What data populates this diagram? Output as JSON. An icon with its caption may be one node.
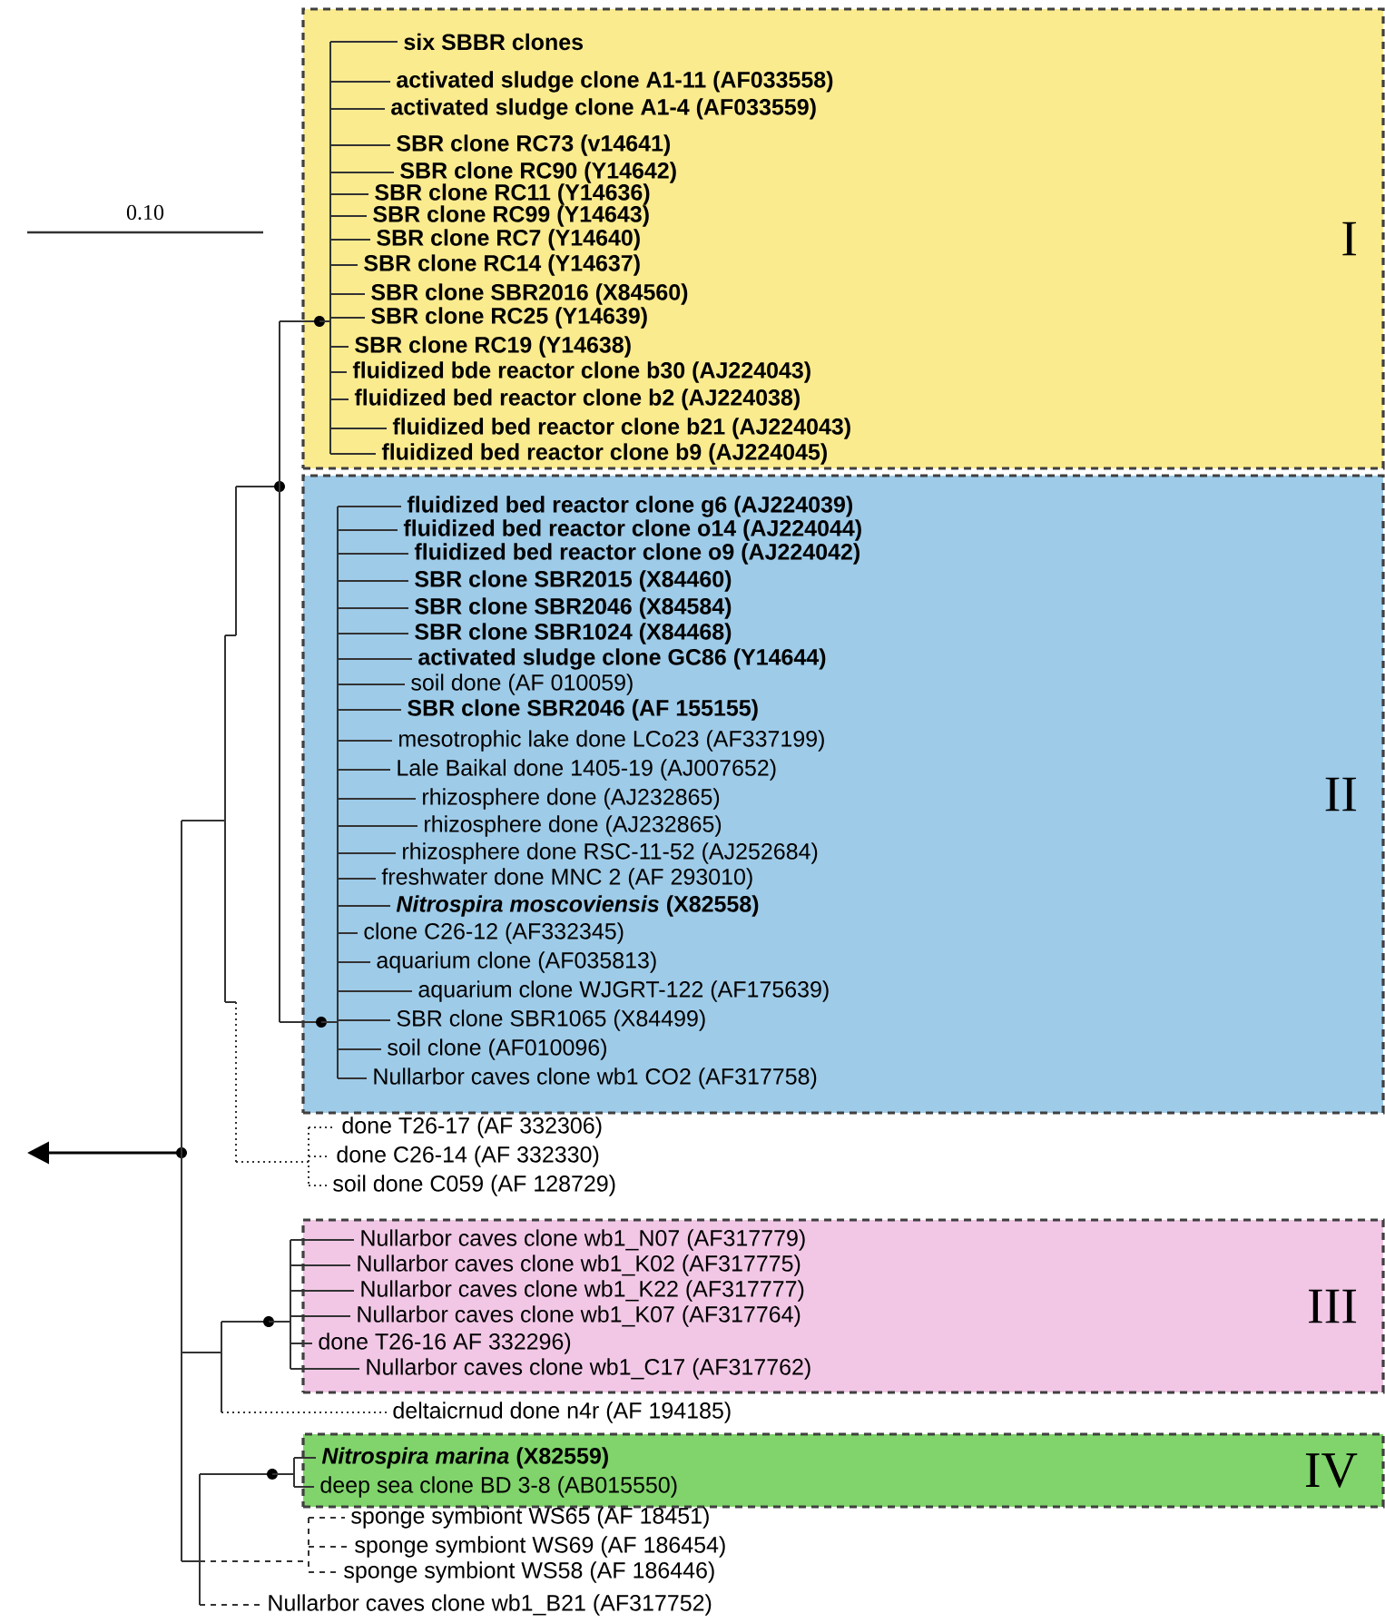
{
  "diagram": {
    "nodes": [
      {
        "text": [
          "I"
        ]
      },
      {
        "text": [
          "II"
        ]
      },
      {
        "text": [
          "III"
        ]
      },
      {
        "text": [
          "IV"
        ]
      }
    ],
    "labels": [
      "0.10",
      "six SBBR clones",
      "activated sludge clone A1-11 (AF033558)",
      "activated sludge clone A1-4 (AF033559)",
      "SBR clone RC73 (v14641)",
      "SBR clone RC90 (Y14642)",
      "SBR clone RC11 (Y14636)",
      "SBR clone RC99 (Y14643)",
      "SBR clone RC7 (Y14640)",
      "SBR clone RC14 (Y14637)",
      "SBR clone SBR2016 (X84560)",
      "SBR clone RC25 (Y14639)",
      "SBR clone RC19 (Y14638)",
      "fluidized bde reactor clone b30 (AJ224043)",
      "fluidized bed reactor clone b2 (AJ224038)",
      "fluidized bed reactor clone b21 (AJ224043)",
      "fluidized bed reactor clone b9 (AJ224045)",
      "fluidized bed reactor clone g6 (AJ224039)",
      "fluidized bed reactor clone o14 (AJ224044)",
      "fluidized bed reactor clone o9 (AJ224042)",
      "SBR clone SBR2015 (X84460)",
      "SBR clone SBR2046 (X84584)",
      "SBR clone SBR1024 (X84468)",
      "activated sludge clone GC86 (Y14644)",
      "soil done (AF 010059)",
      "SBR clone SBR2046 (AF 155155)",
      "mesotrophic lake done LCo23 (AF337199)",
      "Lale Baikal done 1405-19 (AJ007652)",
      "rhizosphere done (AJ232865)",
      "rhizosphere done (AJ232865)",
      "rhizosphere done RSC-11-52 (AJ252684)",
      "freshwater done MNC 2 (AF 293010)",
      "*Nitrospira moscoviensis* (X82558)",
      "clone C26-12 (AF332345)",
      "aquarium clone (AF035813)",
      "aquarium clone WJGRT-122 (AF175639)",
      "SBR clone SBR1065 (X84499)",
      "soil clone (AF010096)",
      "Nullarbor caves clone wb1 CO2 (AF317758)",
      "done T26-17 (AF 332306)",
      "done C26-14 (AF 332330)",
      "soil done C059 (AF 128729)",
      "Nullarbor caves clone wb1_N07 (AF317779)",
      "Nullarbor caves clone wb1_K02 (AF317775)",
      "Nullarbor caves clone wb1_K22 (AF317777)",
      "Nullarbor caves clone wb1_K07 (AF317764)",
      "done T26-16 AF 332296)",
      "Nullarbor caves clone wb1_C17 (AF317762)",
      "deltaicrnud done n4r (AF 194185)",
      "*Nitrospira marina* (X82559)",
      "deep sea clone BD 3-8 (AB015550)",
      "sponge symbiont WS65 (AF 18451)",
      "sponge symbiont WS69 (AF 186454)",
      "sponge symbiont WS58 (AF 186446)",
      "Nullarbor caves clone wb1_B21 (AF317752)"
    ]
  }
}
